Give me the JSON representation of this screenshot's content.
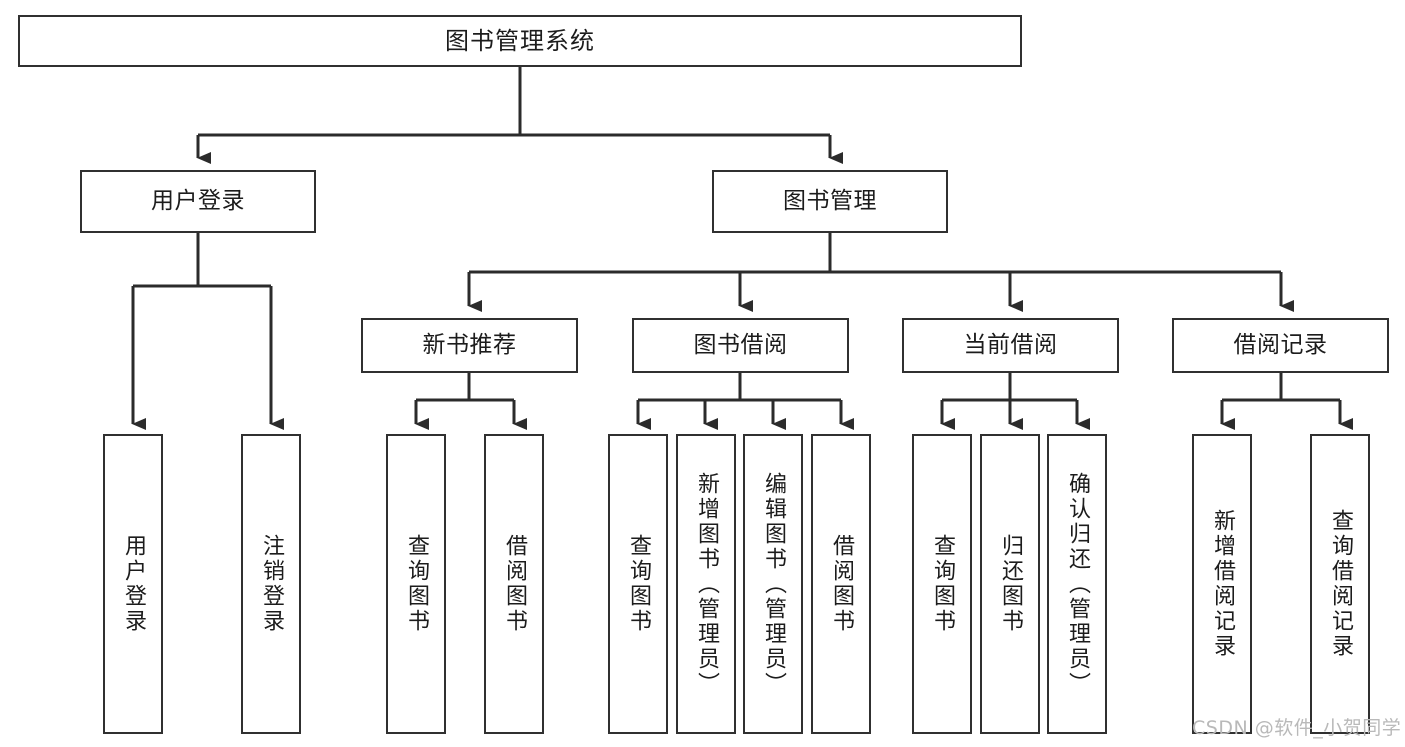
{
  "diagram": {
    "type": "tree",
    "title": "图书管理系统",
    "root": {
      "label": "图书管理系统"
    },
    "level2": [
      {
        "label": "用户登录"
      },
      {
        "label": "图书管理"
      }
    ],
    "level3": [
      {
        "label": "新书推荐"
      },
      {
        "label": "图书借阅"
      },
      {
        "label": "当前借阅"
      },
      {
        "label": "借阅记录"
      }
    ],
    "leaves": {
      "user_login": [
        {
          "label": "用户登录"
        },
        {
          "label": "注销登录"
        }
      ],
      "new_book_rec": [
        {
          "label": "查询图书"
        },
        {
          "label": "借阅图书"
        }
      ],
      "book_borrow": [
        {
          "label": "查询图书"
        },
        {
          "label": "新增图书（管理员）"
        },
        {
          "label": "编辑图书（管理员）"
        },
        {
          "label": "借阅图书"
        }
      ],
      "current_borrow": [
        {
          "label": "查询图书"
        },
        {
          "label": "归还图书"
        },
        {
          "label": "确认归还（管理员）"
        }
      ],
      "borrow_record": [
        {
          "label": "新增借阅记录"
        },
        {
          "label": "查询借阅记录"
        }
      ]
    }
  },
  "watermark": {
    "text": "CSDN @软件_小贺同学"
  },
  "colors": {
    "box_border": "#303030",
    "box_fill": "#ffffff",
    "edge": "#2b2b2b",
    "text": "#1c1c1c",
    "watermark": "#b9b9b9"
  }
}
